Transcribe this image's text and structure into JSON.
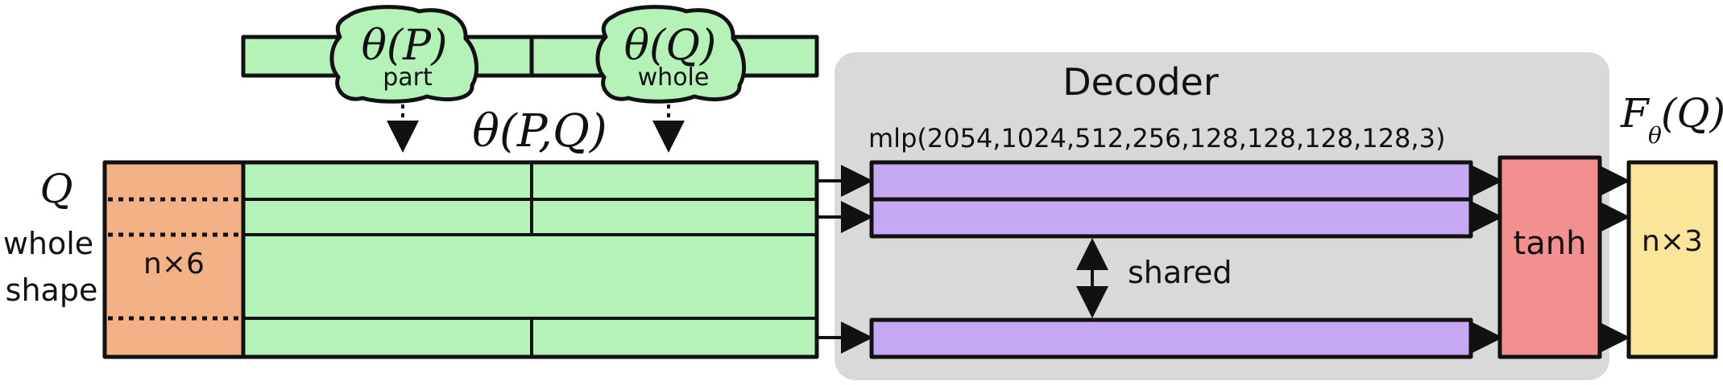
{
  "colors": {
    "input_fill": "#F2B285",
    "latent_fill": "#B4F2B8",
    "decoder_bg": "#D9D9D9",
    "mlp_fill": "#C7A8F2",
    "tanh_fill": "#F29090",
    "output_fill": "#FBE59A",
    "ink": "#111111"
  },
  "labels": {
    "q_symbol": "Q",
    "whole": "whole",
    "shape": "shape",
    "input_dims": "n×6",
    "theta_part": "θ(P)",
    "part_sub": "part",
    "theta_whole": "θ(Q)",
    "whole_sub": "whole",
    "theta_pq": "θ(P,Q)",
    "decoder_title": "Decoder",
    "mlp_spec": "mlp(2054,1024,512,256,128,128,128,128,3)",
    "shared": "shared",
    "tanh": "tanh",
    "output_name": "F",
    "output_sub": "θ",
    "output_arg": "(Q)",
    "output_dims": "n×3"
  }
}
